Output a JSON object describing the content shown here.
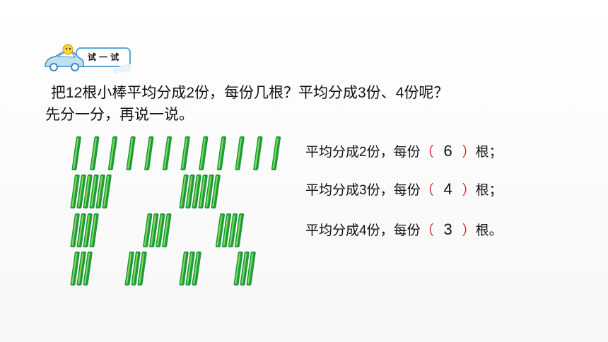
{
  "header": {
    "badge_label": "试 一 试",
    "badge_icon": "car-icon"
  },
  "question": {
    "line1": "把12根小棒平均分成2份，每份几根？平均分成3份、4份呢？",
    "line2": "先分一分，再说一说。"
  },
  "answers": [
    {
      "prefix": "平均分成2份，每份",
      "open": "（",
      "value": "6",
      "close": "）",
      "suffix": "根；"
    },
    {
      "prefix": "平均分成3份，每份",
      "open": "（",
      "value": "4",
      "close": "）",
      "suffix": "根；"
    },
    {
      "prefix": "平均分成4份，每份",
      "open": "（",
      "value": "3",
      "close": "）",
      "suffix": "根。"
    }
  ],
  "sticks": {
    "total": 12,
    "groupings": [
      1,
      2,
      3,
      4
    ],
    "color_dark": "#1e9a3c",
    "color_light": "#7ed957"
  },
  "colors": {
    "paren": "#e02020",
    "text": "#111111"
  }
}
